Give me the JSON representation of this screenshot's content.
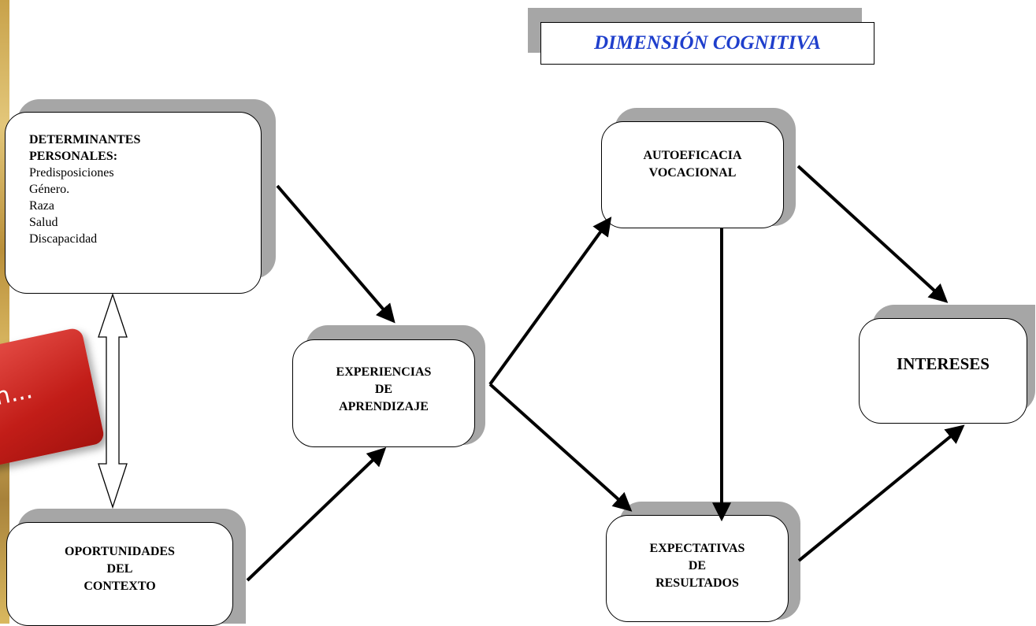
{
  "title": "DIMENSIÓN COGNITIVA",
  "badge_text": "n...",
  "nodes": {
    "determinantes": {
      "heading": [
        "DETERMINANTES",
        "PERSONALES:"
      ],
      "items": [
        "Predisposiciones",
        "Género.",
        "Raza",
        "Salud",
        "Discapacidad"
      ]
    },
    "oportunidades": {
      "lines": [
        "OPORTUNIDADES",
        "DEL",
        "CONTEXTO"
      ]
    },
    "experiencias": {
      "lines": [
        "EXPERIENCIAS",
        "DE",
        "APRENDIZAJE"
      ]
    },
    "autoeficacia": {
      "lines": [
        "AUTOEFICACIA",
        "VOCACIONAL"
      ]
    },
    "expectativas": {
      "lines": [
        "EXPECTATIVAS",
        "DE",
        "RESULTADOS"
      ]
    },
    "intereses": {
      "lines": [
        "INTERESES"
      ]
    }
  },
  "colors": {
    "title": "#1f3fcc",
    "shadow": "#a6a6a6",
    "badge": "#c21d18"
  }
}
